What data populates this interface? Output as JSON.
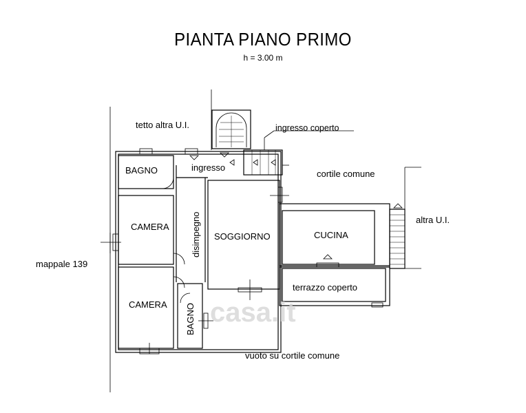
{
  "title": "PIANTA PIANO PRIMO",
  "height_note": "h = 3.00 m",
  "labels": {
    "tetto": "tetto altra U.I.",
    "ingresso_coperto": "ingresso coperto",
    "cortile_comune": "cortile comune",
    "altra_ui": "altra U.I.",
    "mappale": "mappale 139",
    "vuoto": "vuoto su cortile comune",
    "watermark": "casa.it"
  },
  "rooms": {
    "bagno_top": "BAGNO",
    "ingresso": "ingresso",
    "camera_1": "CAMERA",
    "camera_2": "CAMERA",
    "disimpegno": "disimpegno",
    "soggiorno": "SOGGIORNO",
    "cucina": "CUCINA",
    "terrazzo": "terrazzo coperto",
    "bagno_bottom": "BAGNO"
  }
}
